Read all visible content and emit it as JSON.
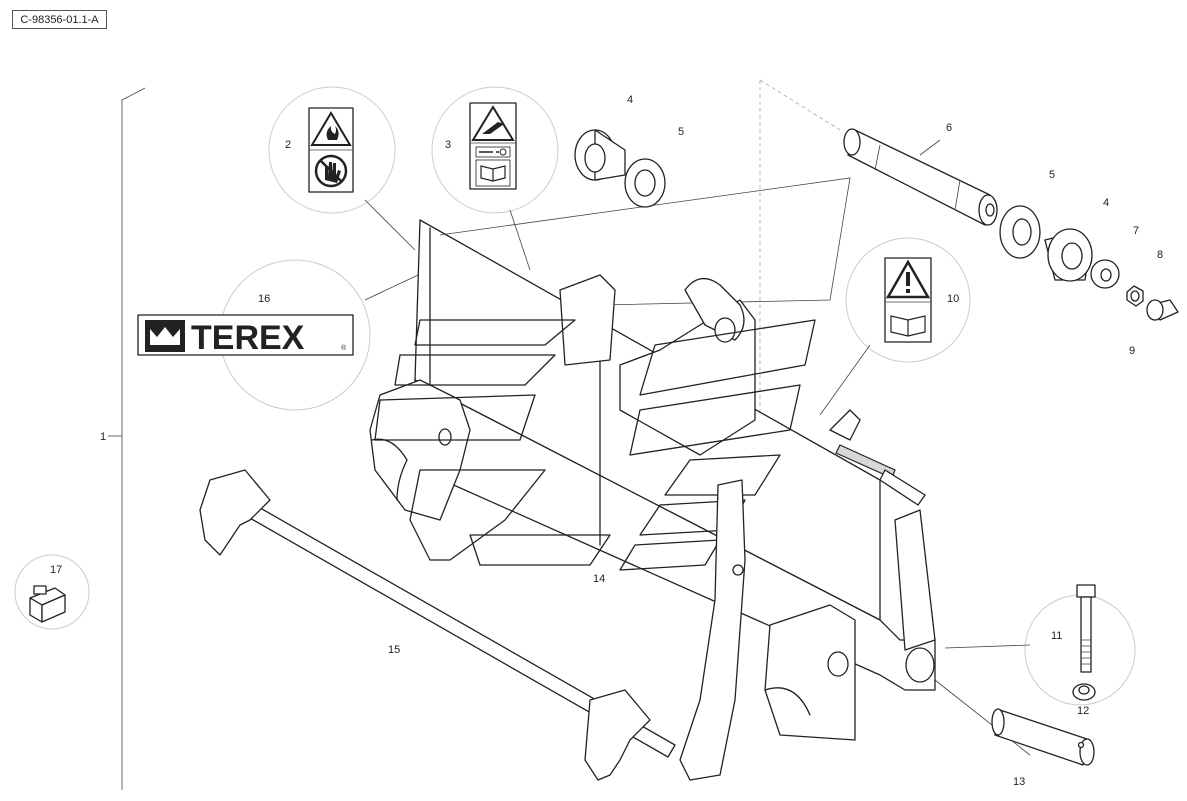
{
  "drawing": {
    "reference_code": "C-98356-01.1-A",
    "brand_text": "TEREX",
    "registered_mark": "®",
    "callouts": {
      "c1": "1",
      "c2": "2",
      "c3": "3",
      "c4a": "4",
      "c5a": "5",
      "c6": "6",
      "c5b": "5",
      "c4b": "4",
      "c7": "7",
      "c8": "8",
      "c9": "9",
      "c10": "10",
      "c11": "11",
      "c12": "12",
      "c13": "13",
      "c14": "14",
      "c15": "15",
      "c16": "16",
      "c17": "17"
    }
  },
  "icons": [
    "fire-hazard-icon",
    "no-touch-icon",
    "crush-hazard-icon",
    "read-manual-icon",
    "warning-triangle-icon",
    "terex-crown-logo-icon"
  ]
}
